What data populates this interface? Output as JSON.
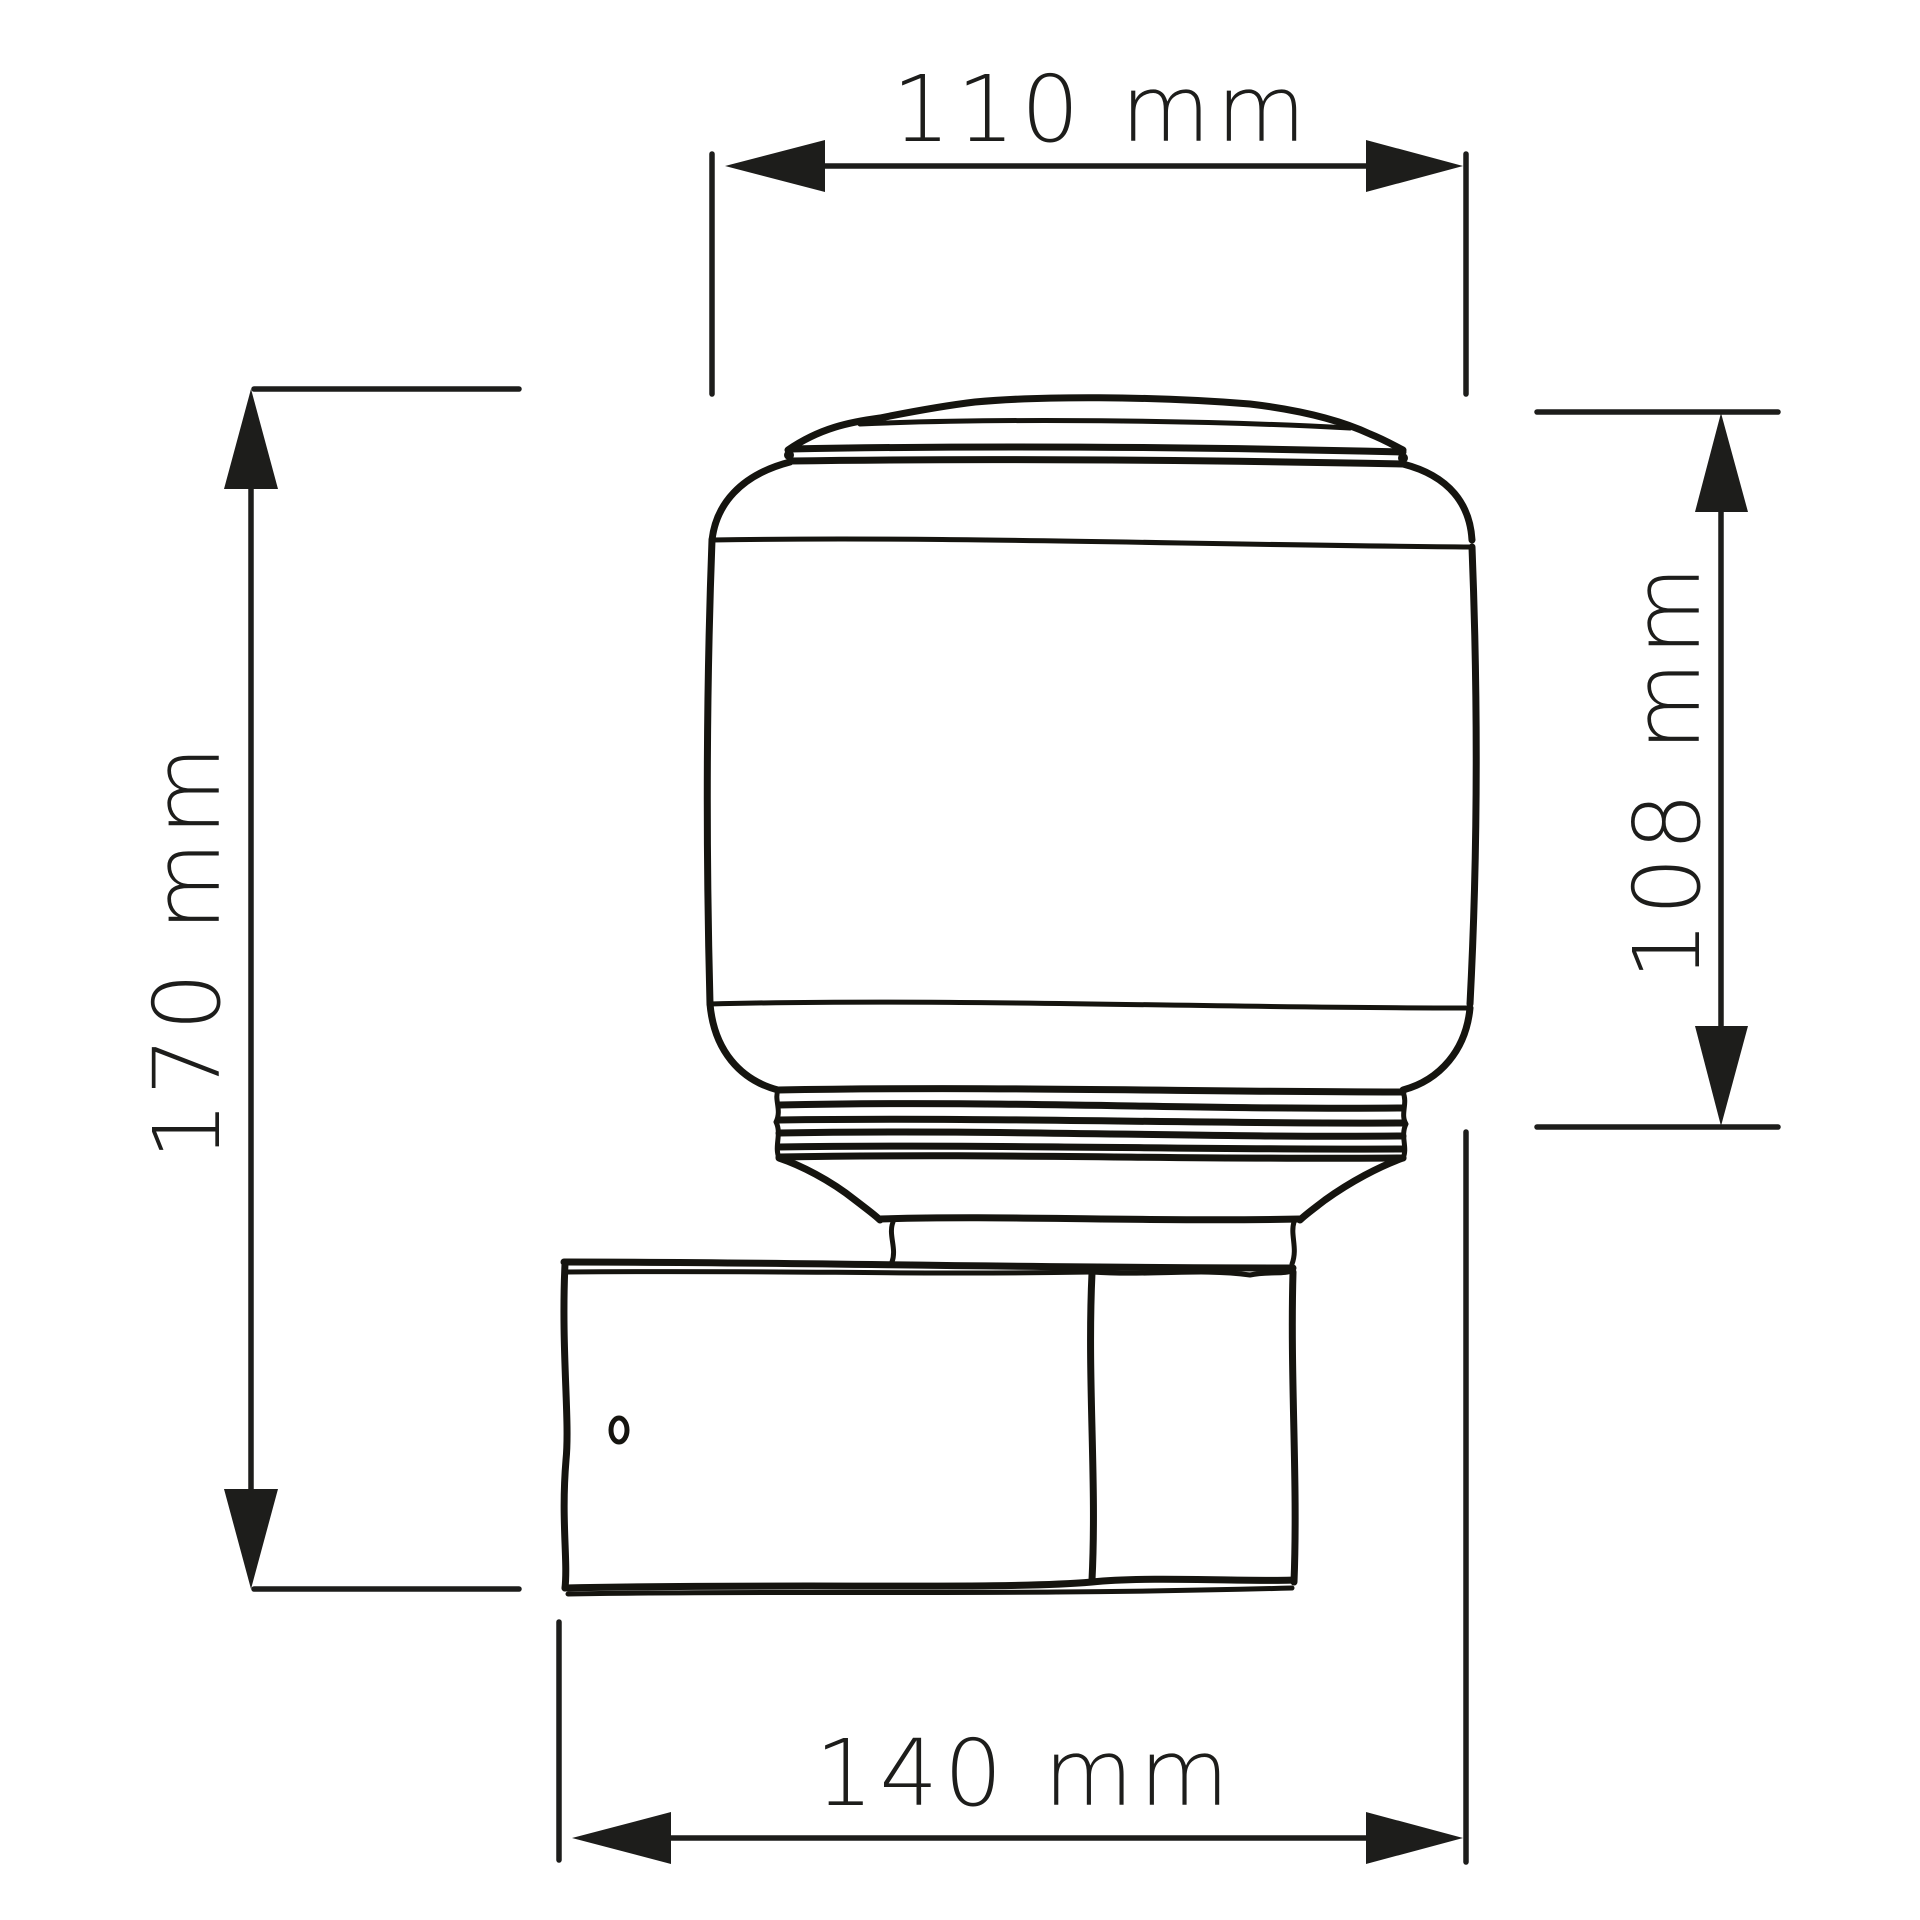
{
  "drawing": {
    "subject": "wall-lamp-dimension-drawing",
    "line_color": "#1d1d1b",
    "background_color": "#ffffff",
    "units": "mm"
  },
  "dimensions": {
    "shade_width": {
      "label": "110 mm",
      "value": 110,
      "orientation": "horizontal",
      "position": "top"
    },
    "total_depth": {
      "label": "140 mm",
      "value": 140,
      "orientation": "horizontal",
      "position": "bottom"
    },
    "total_height": {
      "label": "170 mm",
      "value": 170,
      "orientation": "vertical",
      "position": "left"
    },
    "shade_height": {
      "label": "108 mm",
      "value": 108,
      "orientation": "vertical",
      "position": "right"
    }
  }
}
